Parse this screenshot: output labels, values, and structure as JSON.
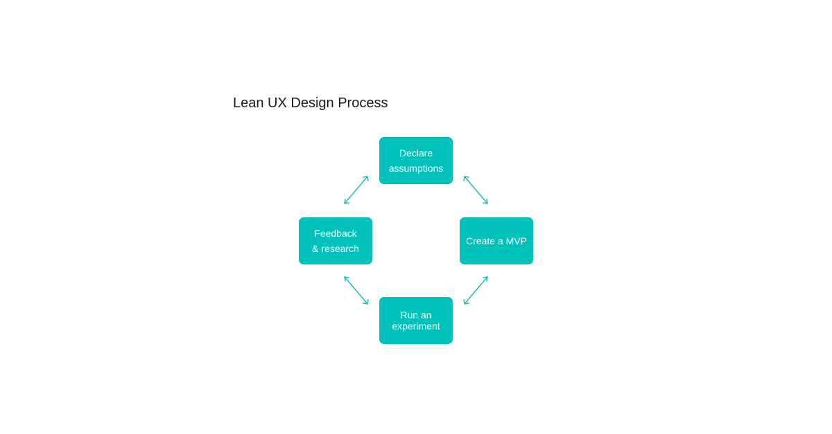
{
  "diagram": {
    "title": "Lean UX Design Process",
    "accent_color": "#00c2bb",
    "arrow_color": "#1fbdb5",
    "nodes": [
      {
        "id": "declare",
        "label": "Declare\nassumptions"
      },
      {
        "id": "mvp",
        "label": "Create a MVP"
      },
      {
        "id": "experiment",
        "label": "Run an\nexperiment"
      },
      {
        "id": "feedback",
        "label": "Feedback\n& research"
      }
    ],
    "edges": [
      {
        "from": "declare",
        "to": "mvp",
        "direction": "both"
      },
      {
        "from": "mvp",
        "to": "experiment",
        "direction": "both"
      },
      {
        "from": "experiment",
        "to": "feedback",
        "direction": "both"
      },
      {
        "from": "feedback",
        "to": "declare",
        "direction": "both"
      }
    ]
  }
}
